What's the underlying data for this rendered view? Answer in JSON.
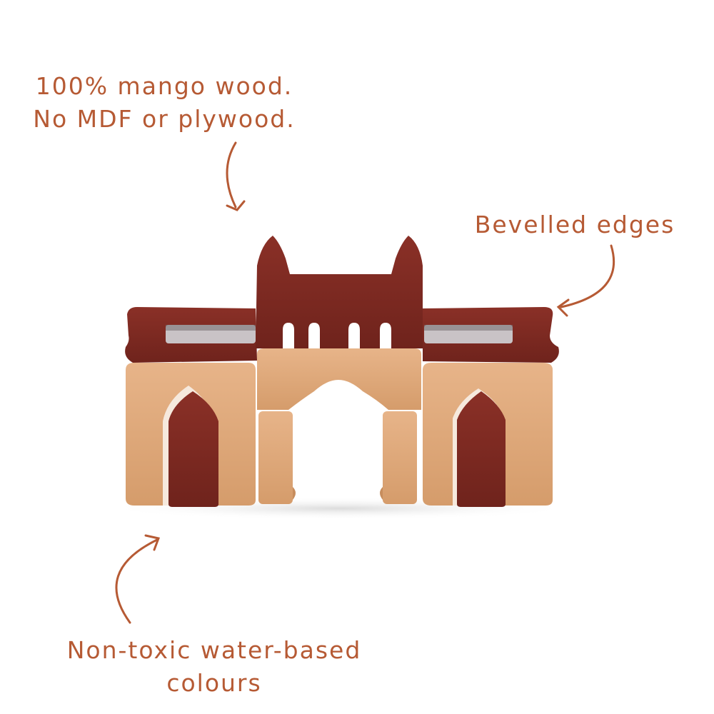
{
  "callouts": {
    "wood": {
      "line1": "100% mango wood.",
      "line2": "No MDF or plywood."
    },
    "bevel": {
      "line1": "Bevelled edges"
    },
    "colours": {
      "line1": "Non-toxic water-based",
      "line2": "colours"
    }
  },
  "colors": {
    "text": "#b65a34",
    "dark_wood": "#7e2a22",
    "light_wood": "#dca676",
    "background": "#ffffff"
  }
}
